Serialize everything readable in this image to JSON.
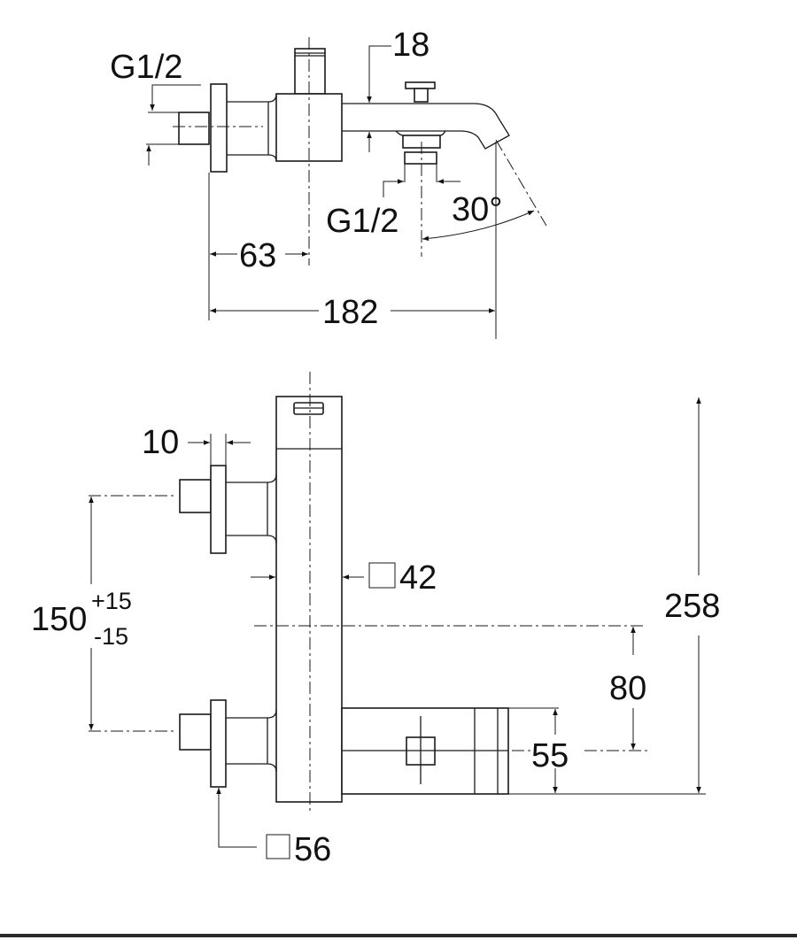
{
  "top_view": {
    "thread_left": "G1/2",
    "spout_height": "18",
    "thread_bottom": "G1/2",
    "spout_angle": "30°",
    "wall_to_axis": "63",
    "projection": "182"
  },
  "front_view": {
    "flange_thickness": "10",
    "body_section": "42",
    "centers": "150",
    "centers_tol_plus": "+15",
    "centers_tol_minus": "-15",
    "height": "258",
    "diverter_offset": "80",
    "diverter_height": "55",
    "flange_size": "56"
  }
}
